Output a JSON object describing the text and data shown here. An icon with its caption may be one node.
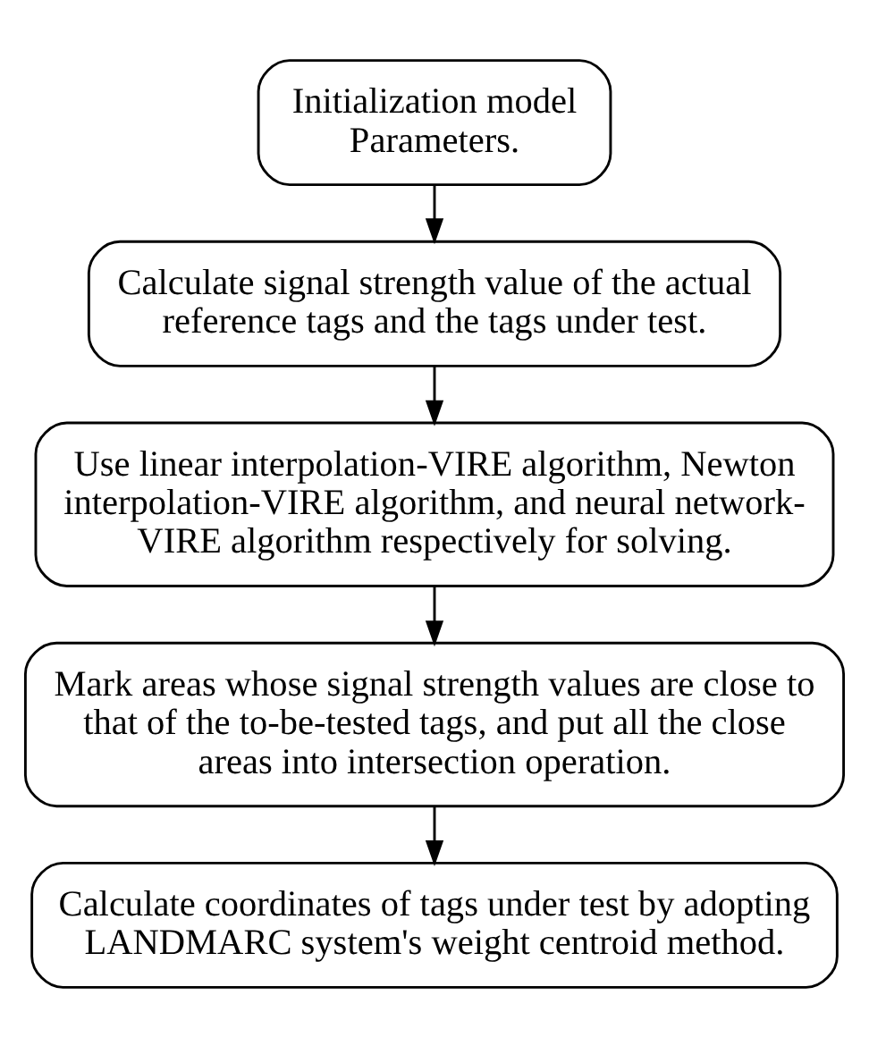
{
  "diagram": {
    "nodes": [
      {
        "text": [
          "Initialization model Parameters."
        ]
      },
      {
        "text": [
          "Calculate signal strength value of the actual reference tags and the tags under test."
        ]
      },
      {
        "text": [
          "Use linear interpolation-VIRE algorithm, Newton interpolation-VIRE algorithm, and neural network-VIRE algorithm respectively for solving."
        ]
      },
      {
        "text": [
          "Mark areas whose signal strength values are close to that of the to-be-tested tags, and put all the close areas into intersection operation."
        ]
      },
      {
        "text": [
          "Calculate coordinates of tags under test by adopting LANDMARC system's weight centroid method."
        ]
      }
    ],
    "edges": [
      {
        "from": 0,
        "to": 1,
        "arrow": "to"
      },
      {
        "from": 1,
        "to": 2,
        "arrow": "to"
      },
      {
        "from": 2,
        "to": 3,
        "arrow": "to"
      },
      {
        "from": 3,
        "to": 4,
        "arrow": "to"
      }
    ]
  }
}
